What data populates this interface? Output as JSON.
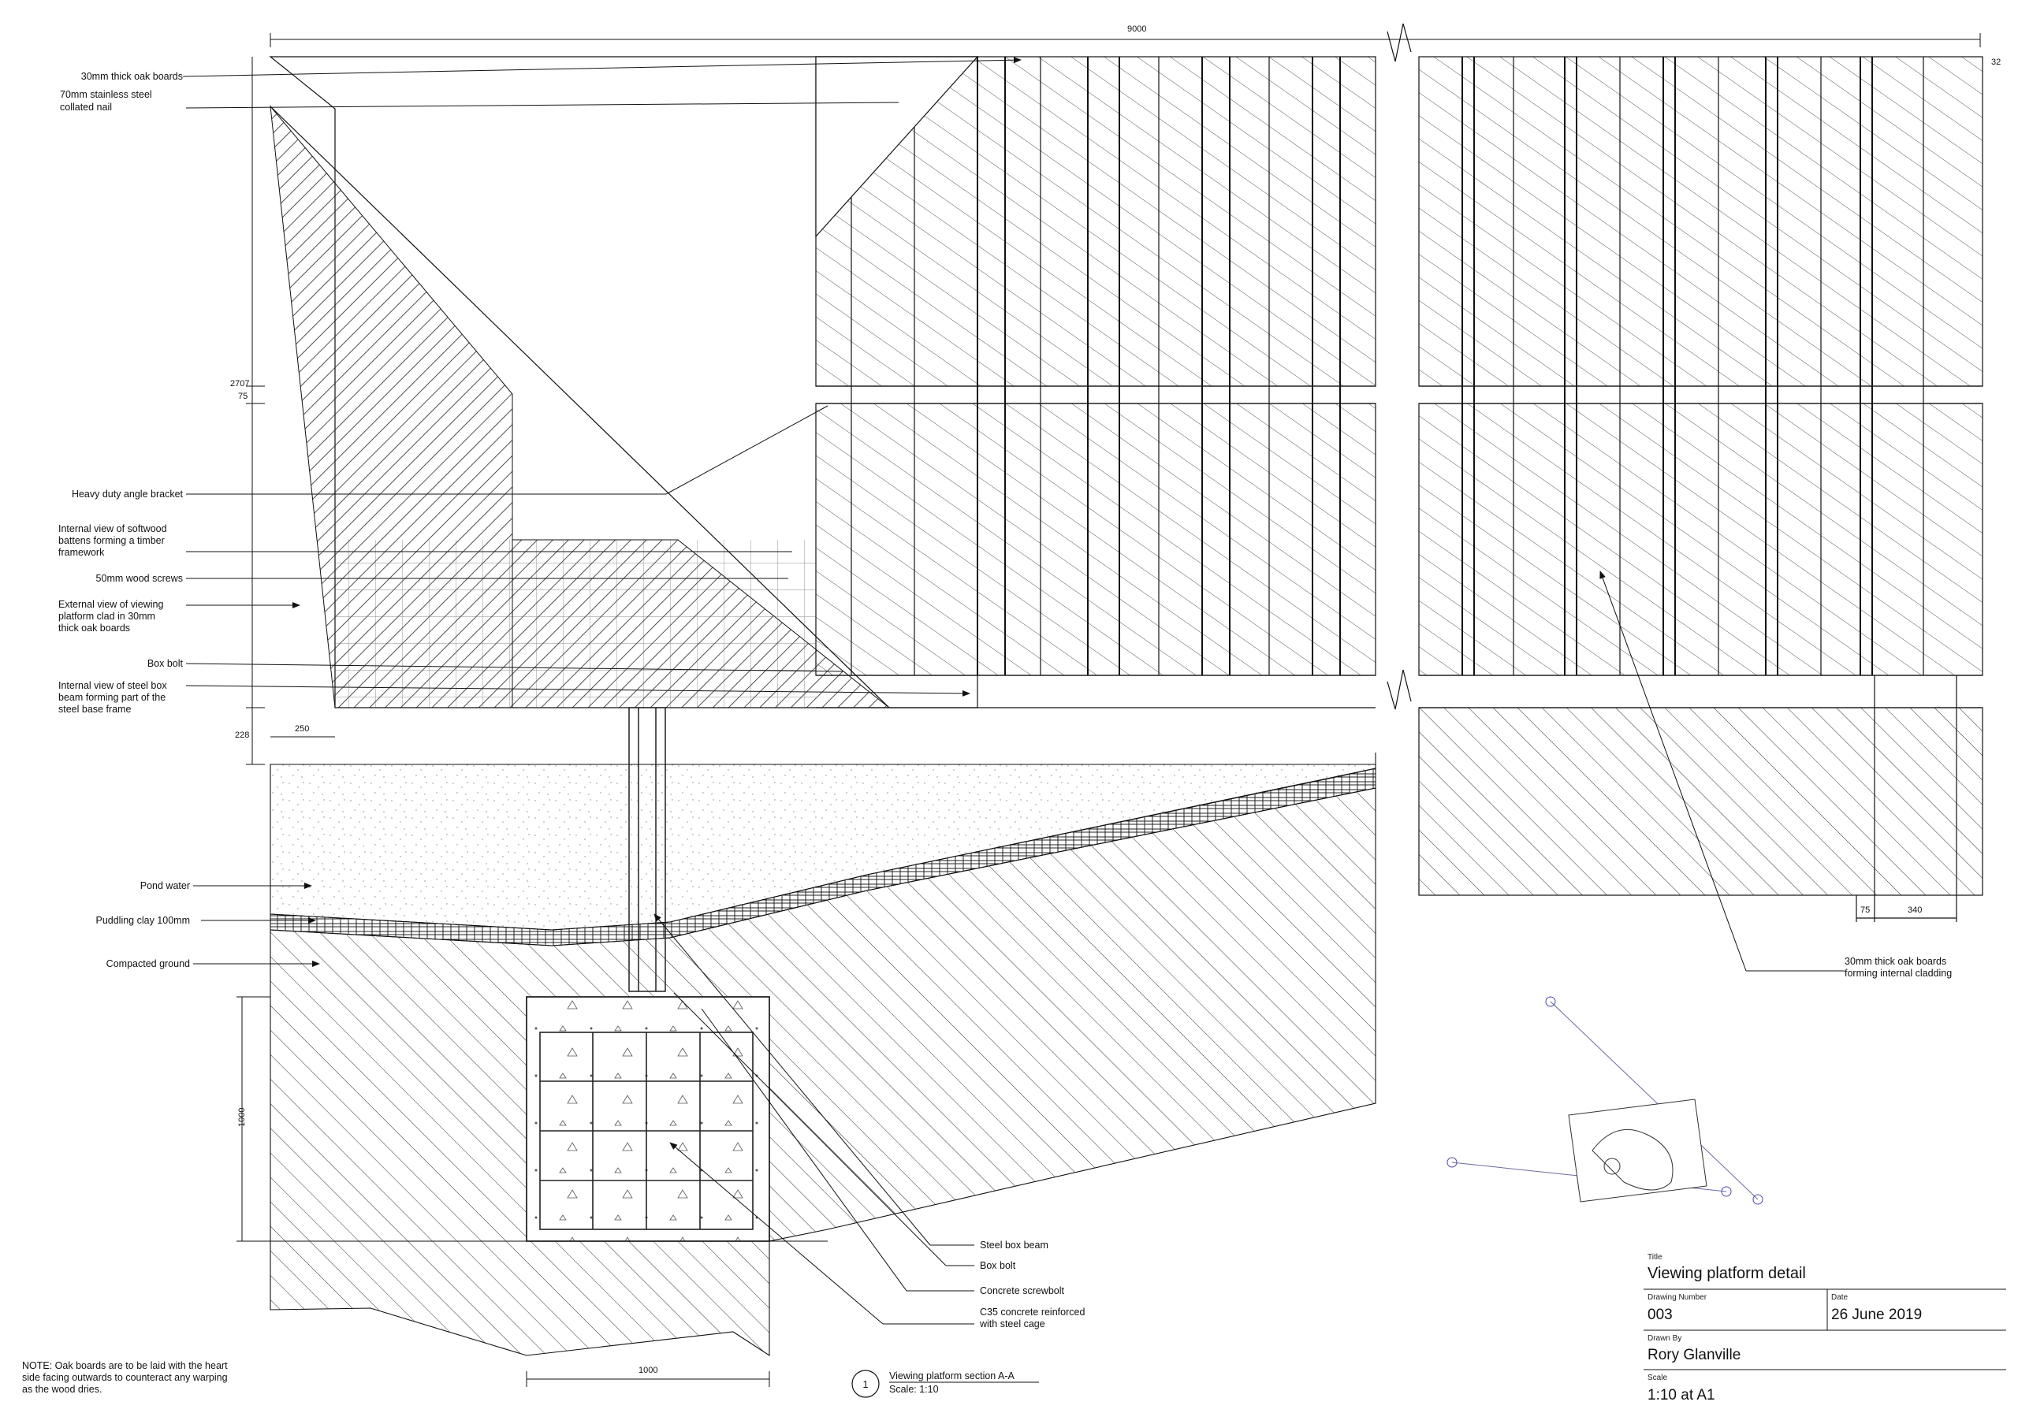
{
  "dimensions": {
    "overall_width": "9000",
    "top_board": "32",
    "height_total": "2707",
    "mid_gap": "75",
    "left_offset": "228",
    "left_width": "250",
    "footing_height": "1000",
    "footing_width": "1000",
    "right_gap": "75",
    "right_spacing": "340"
  },
  "labels": {
    "oak_boards": "30mm thick oak boards",
    "nail_1": "70mm stainless steel",
    "nail_2": "collated nail",
    "bracket": "Heavy duty angle bracket",
    "battens_1": "Internal view of softwood",
    "battens_2": "battens forming a timber",
    "battens_3": "framework",
    "screws": "50mm wood screws",
    "external_1": "External view of viewing",
    "external_2": "platform clad in 30mm",
    "external_3": "thick oak boards",
    "box_bolt_left": "Box bolt",
    "boxbeam_1": "Internal view of steel box",
    "boxbeam_2": "beam forming part of the",
    "boxbeam_3": "steel base frame",
    "pond": "Pond water",
    "clay": "Puddling clay 100mm",
    "ground": "Compacted ground",
    "steel_beam": "Steel box beam",
    "box_bolt": "Box bolt",
    "screwbolt": "Concrete screwbolt",
    "concrete_1": "C35 concrete reinforced",
    "concrete_2": "with steel cage",
    "internal_1": "30mm thick oak boards",
    "internal_2": "forming internal cladding"
  },
  "section": {
    "number": "1",
    "title": "Viewing platform  section A-A",
    "scale": "Scale: 1:10"
  },
  "note": "NOTE: Oak boards are to be laid with the heart side facing outwards to counteract any warping as the wood dries.",
  "title_block": {
    "title_caption": "Title",
    "title": "Viewing platform detail",
    "drawing_number_caption": "Drawing Number",
    "drawing_number": "003",
    "date_caption": "Date",
    "date": "26 June 2019",
    "drawn_by_caption": "Drawn By",
    "drawn_by": "Rory Glanville",
    "scale_caption": "Scale",
    "scale": "1:10 at A1"
  }
}
